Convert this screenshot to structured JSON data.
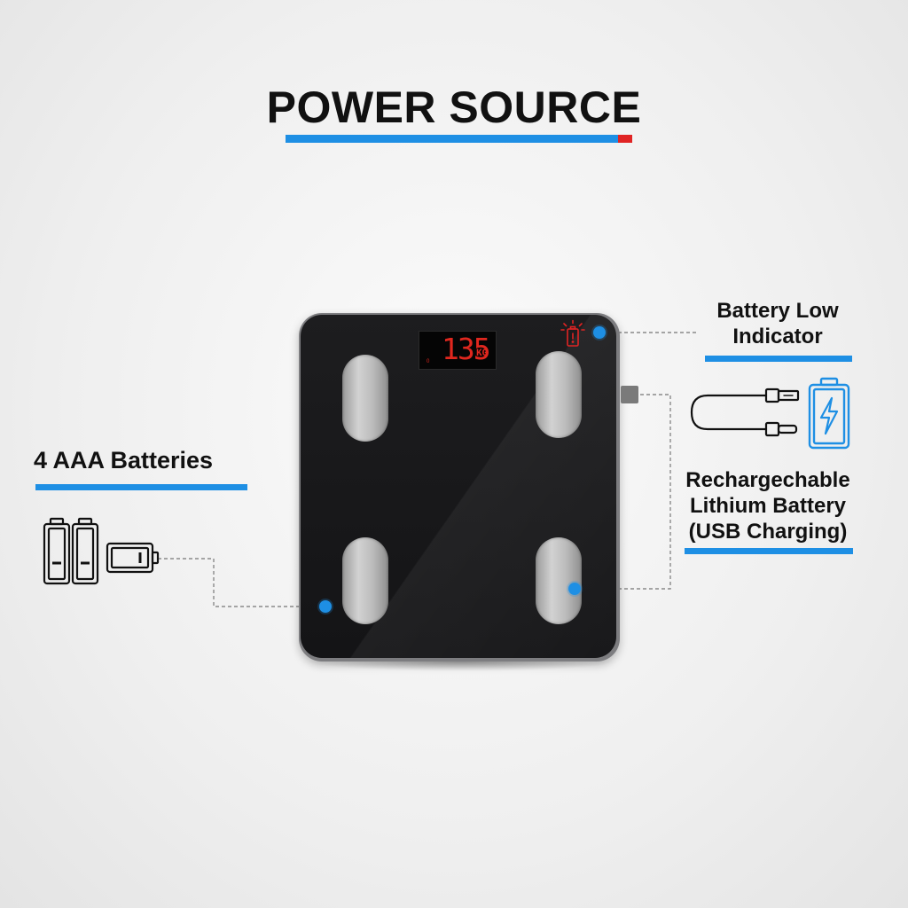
{
  "title": "POWER SOURCE",
  "colors": {
    "accent_blue": "#1e8fe4",
    "accent_red": "#e02424",
    "display_red": "#e0271e",
    "scale_black": "#1b1b1d"
  },
  "scale": {
    "display_reading": "135",
    "display_unit": "KG",
    "display_small_mark": "0"
  },
  "callouts": {
    "battery_low": {
      "label": "Battery Low\nIndicator",
      "line1": "Battery Low",
      "line2": "Indicator",
      "icon": "battery-alert-icon"
    },
    "aaa_batteries": {
      "label": "4 AAA Batteries",
      "icon": "aaa-batteries-icon"
    },
    "rechargeable": {
      "line1": "Rechargechable",
      "line2": "Lithium Battery",
      "line3": "(USB Charging)",
      "icons": [
        "usb-cable-icon",
        "charging-battery-icon"
      ]
    }
  }
}
